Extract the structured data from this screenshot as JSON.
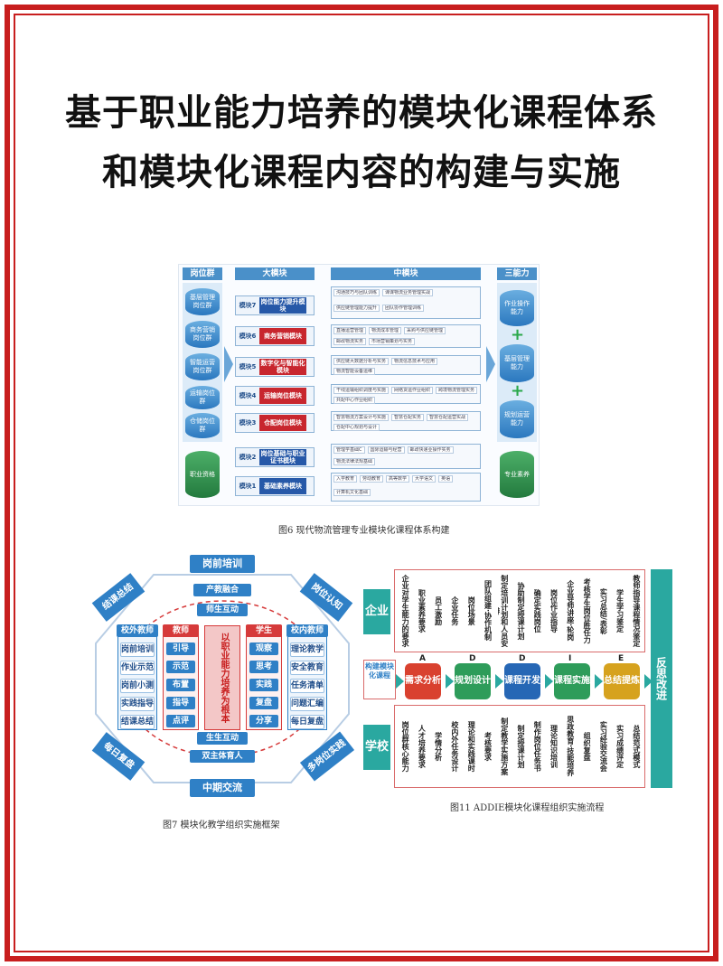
{
  "title_line1": "基于职业能力培养的模块化课程体系",
  "title_line2": "和模块化课程内容的构建与实施",
  "fig6": {
    "caption": "图6 现代物流管理专业模块化课程体系构建",
    "headers": [
      "岗位群",
      "大模块",
      "中模块",
      "三能力"
    ],
    "left": [
      "基层管理岗位群",
      "商务营销岗位群",
      "智能运营岗位群",
      "运输岗位群",
      "仓储岗位群",
      "职业资格"
    ],
    "modules": [
      {
        "tag": "模块7",
        "name": "岗位能力提升模块"
      },
      {
        "tag": "模块6",
        "name": "商务营销模块"
      },
      {
        "tag": "模块5",
        "name": "数字化与智能化模块"
      },
      {
        "tag": "模块4",
        "name": "运输岗位模块"
      },
      {
        "tag": "模块3",
        "name": "仓配岗位模块"
      },
      {
        "tag": "模块2",
        "name": "岗位基础与职业证书模块"
      },
      {
        "tag": "模块1",
        "name": "基础素养模块"
      }
    ],
    "mids": [
      [
        "沟通技巧与团队训练",
        "课谋物流业务管理实战",
        "供应链管理能力提升",
        "团队协作管理训练"
      ],
      [
        "直播运营管理",
        "物流成本管理",
        "采购与供应链管理",
        "邮政物流实务",
        "市场营销策划与实务"
      ],
      [
        "供应链大数据分析与实务",
        "物流信息技术与应用",
        "物流智能设备运维"
      ],
      [
        "干线运输组织调度与实施",
        "网络货运作业组织",
        "跨境物流管理实务",
        "共配中心作业组织"
      ],
      [
        "智慧物流方案设计与实施",
        "智慧仓配实务",
        "智慧仓配运营实战",
        "仓配中心规划与设计"
      ],
      [
        "管理学基础C",
        "国际运输与经营",
        "邮政快递业操作实务",
        "物流法律法规基础"
      ],
      [
        "入学教育",
        "劳动教育",
        "高等数学",
        "大学语文",
        "英语",
        "计算机文化基础"
      ]
    ],
    "right": [
      "作业操作能力",
      "基层管理能力",
      "规划运营能力",
      "专业素养"
    ]
  },
  "fig7": {
    "caption": "图7 模块化教学组织实施框架",
    "top_tab": "岗前培训",
    "bottom_tab": "中期交流",
    "ring_top": "产教融合",
    "ring_top2": "师生互动",
    "ring_bottom": "生生互动",
    "ring_bottom2": "双主体育人",
    "left_head": "校外教师",
    "left_items": [
      "岗前培训",
      "作业示范",
      "岗前小测",
      "实践指导",
      "结课总结"
    ],
    "teacher_head": "教师",
    "teacher_items": [
      "引导",
      "示范",
      "布置",
      "指导",
      "点评"
    ],
    "center_text": "以职业能力培养为根本",
    "student_head": "学生",
    "student_items": [
      "观察",
      "思考",
      "实践",
      "复盘",
      "分享"
    ],
    "right_head": "校内教师",
    "right_items": [
      "理论教学",
      "安全教育",
      "任务清单",
      "问题汇编",
      "每日复盘"
    ],
    "corner_tl": "结课总结",
    "corner_tr": "岗位认知",
    "corner_bl": "每日复盘",
    "corner_br": "多岗位实践"
  },
  "fig11": {
    "caption": "图11  ADDIE模块化课程组织实施流程",
    "row_top": "企业",
    "row_bottom": "学校",
    "start": "构建模块化课程",
    "steps": [
      {
        "letter": "A",
        "label": "需求分析",
        "color": "#d9412f"
      },
      {
        "letter": "D",
        "label": "规划设计",
        "color": "#2e9c5a"
      },
      {
        "letter": "D",
        "label": "课程开发",
        "color": "#2667b5"
      },
      {
        "letter": "I",
        "label": "课程实施",
        "color": "#2e9c5a"
      },
      {
        "letter": "E",
        "label": "总结提炼",
        "color": "#d6a21e"
      }
    ],
    "end": "反思改进",
    "top_texts": [
      "企业对学生能力的要求",
      "职业素养要求",
      "员工激励",
      "企业任务",
      "岗位场景",
      "团队组建·协作机制",
      "制定培训计划和人员安排",
      "协助制定授课计划",
      "确定实践岗位",
      "岗位作业指导",
      "企业导师讲座·轮岗",
      "考核学生岗位胜任力",
      "实习总结/表彰",
      "学生学习鉴定",
      "教师指导课程情况鉴定"
    ],
    "bottom_texts": [
      "岗位群核心能力",
      "人才培养要求",
      "学情分析",
      "校内外任务设计",
      "理论和实践课时",
      "考核要求",
      "制定教学实施方案",
      "制定授课计划",
      "制作岗位任务书",
      "理论知识培训",
      "思政教育·技能培养",
      "组织复盘",
      "实习经验交流会",
      "实习成绩评定",
      "总结范式模式"
    ]
  }
}
